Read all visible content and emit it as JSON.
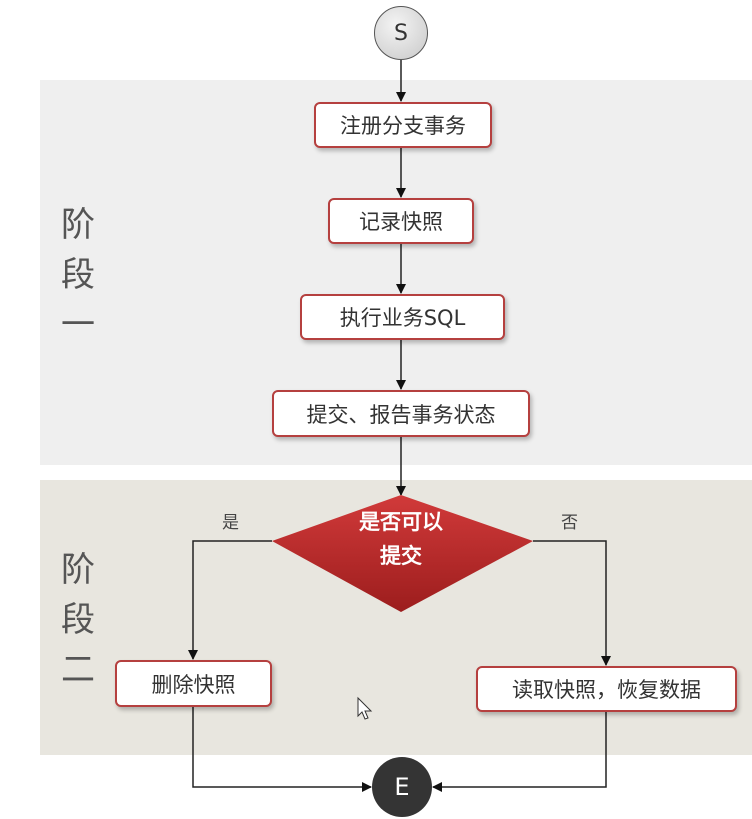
{
  "start_node": "S",
  "end_node": "E",
  "phase_one": {
    "label": [
      "阶",
      "段",
      "一"
    ]
  },
  "phase_two": {
    "label": [
      "阶",
      "段",
      "二"
    ]
  },
  "steps": [
    "注册分支事务",
    "记录快照",
    "执行业务SQL",
    "提交、报告事务状态"
  ],
  "decision": {
    "line1": "是否可以",
    "line2": "提交",
    "yes_label": "是",
    "no_label": "否"
  },
  "yes_action": "删除快照",
  "no_action": "读取快照，恢复数据",
  "colors": {
    "decision": "#b52a2a",
    "box_border": "#b5403f",
    "end": "#333333"
  }
}
